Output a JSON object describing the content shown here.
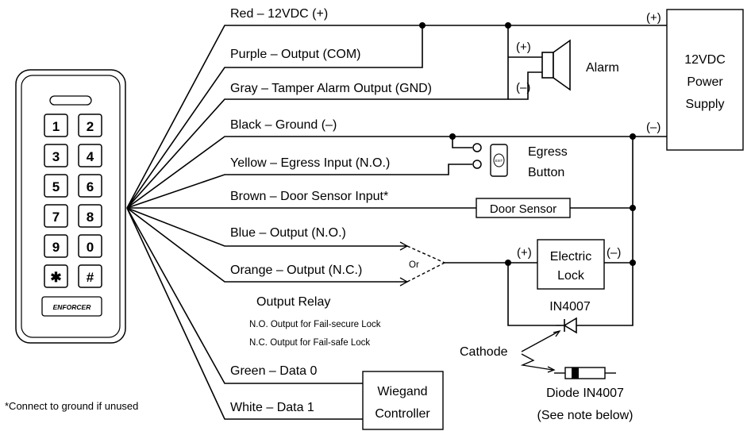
{
  "wires": {
    "red": "Red – 12VDC (+)",
    "purple": "Purple – Output (COM)",
    "gray": "Gray – Tamper Alarm Output (GND)",
    "black": "Black – Ground (–)",
    "yellow": "Yellow – Egress Input (N.O.)",
    "brown": "Brown – Door Sensor Input*",
    "blue": "Blue – Output (N.O.)",
    "orange": "Orange – Output (N.C.)",
    "green": "Green – Data 0",
    "white": "White – Data 1"
  },
  "power_supply": {
    "line1": "12VDC",
    "line2": "Power",
    "line3": "Supply",
    "plus": "(+)",
    "minus": "(–)"
  },
  "alarm": {
    "label": "Alarm",
    "plus": "(+)",
    "minus": "(–)"
  },
  "egress": {
    "line1": "Egress",
    "line2": "Button",
    "exit": "EXIT"
  },
  "door_sensor": "Door Sensor",
  "lock": {
    "line1": "Electric",
    "line2": "Lock",
    "plus": "(+)",
    "minus": "(–)"
  },
  "or_label": "Or",
  "relay": {
    "title": "Output Relay",
    "no_note": "N.O. Output for Fail-secure Lock",
    "nc_note": "N.C. Output for Fail-safe Lock"
  },
  "diode": {
    "label": "IN4007",
    "cathode": "Cathode",
    "caption1": "Diode IN4007",
    "caption2": "(See note below)"
  },
  "wiegand": {
    "line1": "Wiegand",
    "line2": "Controller"
  },
  "footnote": "*Connect to ground if unused",
  "keypad": {
    "keys": [
      "1",
      "2",
      "3",
      "4",
      "5",
      "6",
      "7",
      "8",
      "9",
      "0",
      "✱",
      "#"
    ],
    "brand": "ENFORCER"
  }
}
